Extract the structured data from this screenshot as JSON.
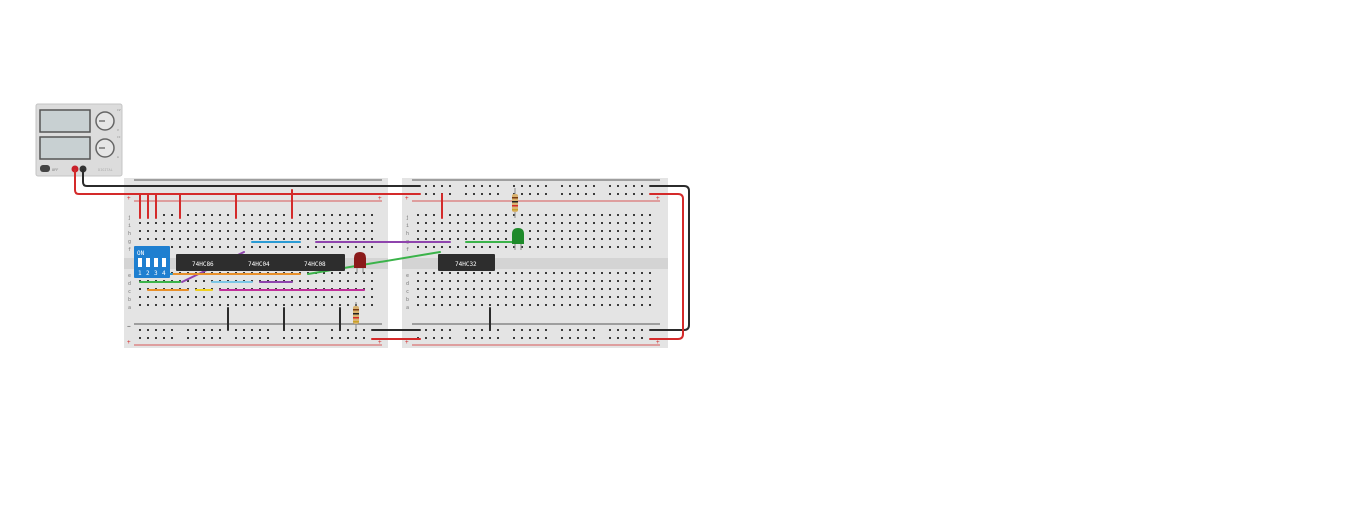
{
  "power_supply": {
    "knob_labels": [
      "CV",
      "V",
      "CC",
      "A"
    ],
    "switch_label": "OFF",
    "brand": "DIGITAL"
  },
  "dip_switch": {
    "label": "ON",
    "numbers": [
      "1",
      "2",
      "3",
      "4"
    ]
  },
  "chips": [
    {
      "label": "74HC86"
    },
    {
      "label": "74HC04"
    },
    {
      "label": "74HC08"
    },
    {
      "label": "74HC32"
    }
  ],
  "breadboard": {
    "row_letters_top": [
      "j",
      "i",
      "h",
      "g",
      "f"
    ],
    "row_letters_bottom": [
      "e",
      "d",
      "c",
      "b",
      "a"
    ],
    "rail_plus": "+",
    "rail_minus": "−"
  },
  "colors": {
    "wire_red": "#d42a2a",
    "wire_black": "#2b2b2b",
    "wire_green": "#3bb34a",
    "wire_blue": "#2a9bd4",
    "wire_purple": "#8e44ad",
    "wire_orange": "#e8902a",
    "wire_yellow": "#f0d020",
    "wire_magenta": "#c0309a",
    "led_red": "#8b1a1a",
    "led_green": "#1e8a2a",
    "dip_blue": "#1e7fd0",
    "chip_body": "#2d2d2d",
    "board": "#e4e4e4"
  }
}
